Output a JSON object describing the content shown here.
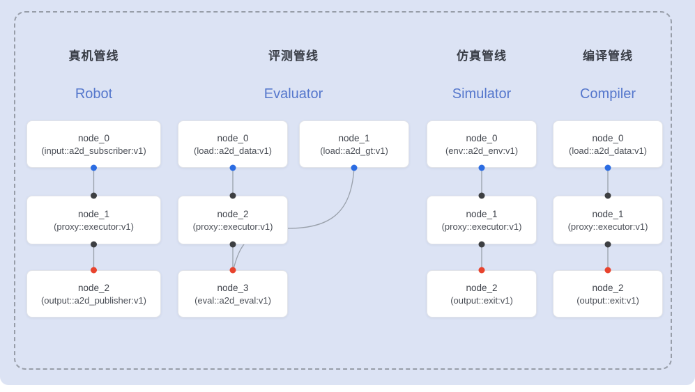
{
  "canvas": {
    "background_color": "#dce3f4",
    "frame_border_color": "#979da8",
    "page_background": "#ffffff"
  },
  "colors": {
    "output_port_blue": "#2b6ce2",
    "input_port_black": "#3d3f42",
    "final_input_port_red": "#e8432d",
    "edge_line": "#99a0aa",
    "node_background": "#ffffff",
    "node_border": "#e2e4e9",
    "title_zh_color": "#3a3e47",
    "title_en_color": "#5577cc"
  },
  "pipelines": [
    {
      "title_zh": "真机管线",
      "title_en": "Robot",
      "nodes": [
        {
          "name": "node_0",
          "type": "(input::a2d_subscriber:v1)"
        },
        {
          "name": "node_1",
          "type": "(proxy::executor:v1)"
        },
        {
          "name": "node_2",
          "type": "(output::a2d_publisher:v1)"
        }
      ]
    },
    {
      "title_zh": "评测管线",
      "title_en": "Evaluator",
      "nodes": [
        {
          "name": "node_0",
          "type": "(load::a2d_data:v1)"
        },
        {
          "name": "node_1",
          "type": "(load::a2d_gt:v1)"
        },
        {
          "name": "node_2",
          "type": "(proxy::executor:v1)"
        },
        {
          "name": "node_3",
          "type": "(eval::a2d_eval:v1)"
        }
      ]
    },
    {
      "title_zh": "仿真管线",
      "title_en": "Simulator",
      "nodes": [
        {
          "name": "node_0",
          "type": "(env::a2d_env:v1)"
        },
        {
          "name": "node_1",
          "type": "(proxy::executor:v1)"
        },
        {
          "name": "node_2",
          "type": "(output::exit:v1)"
        }
      ]
    },
    {
      "title_zh": "编译管线",
      "title_en": "Compiler",
      "nodes": [
        {
          "name": "node_0",
          "type": "(load::a2d_data:v1)"
        },
        {
          "name": "node_1",
          "type": "(proxy::executor:v1)"
        },
        {
          "name": "node_2",
          "type": "(output::exit:v1)"
        }
      ]
    }
  ]
}
